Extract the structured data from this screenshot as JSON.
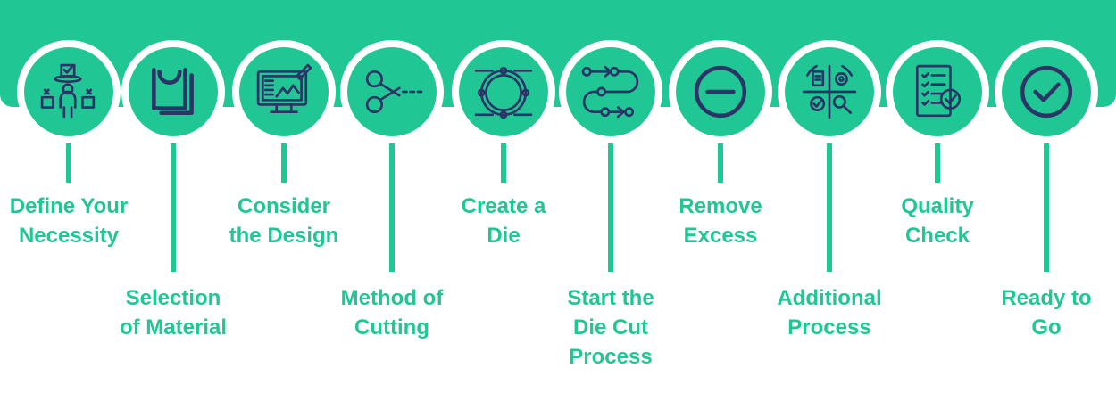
{
  "colors": {
    "accent": "#20c795",
    "icon": "#2b3466",
    "background": "#ffffff"
  },
  "steps": [
    {
      "label": "Define Your\nNecessity",
      "icon": "person-boxes-icon"
    },
    {
      "label": "Selection\nof Material",
      "icon": "material-sheets-icon"
    },
    {
      "label": "Consider\nthe Design",
      "icon": "design-monitor-icon"
    },
    {
      "label": "Method of\nCutting",
      "icon": "scissors-icon"
    },
    {
      "label": "Create a\nDie",
      "icon": "vector-circle-icon"
    },
    {
      "label": "Start the\nDie Cut\nProcess",
      "icon": "process-path-icon"
    },
    {
      "label": "Remove\nExcess",
      "icon": "minus-circle-icon"
    },
    {
      "label": "Additional\nProcess",
      "icon": "process-grid-icon"
    },
    {
      "label": "Quality\nCheck",
      "icon": "checklist-icon"
    },
    {
      "label": "Ready to\nGo",
      "icon": "check-circle-icon"
    }
  ]
}
